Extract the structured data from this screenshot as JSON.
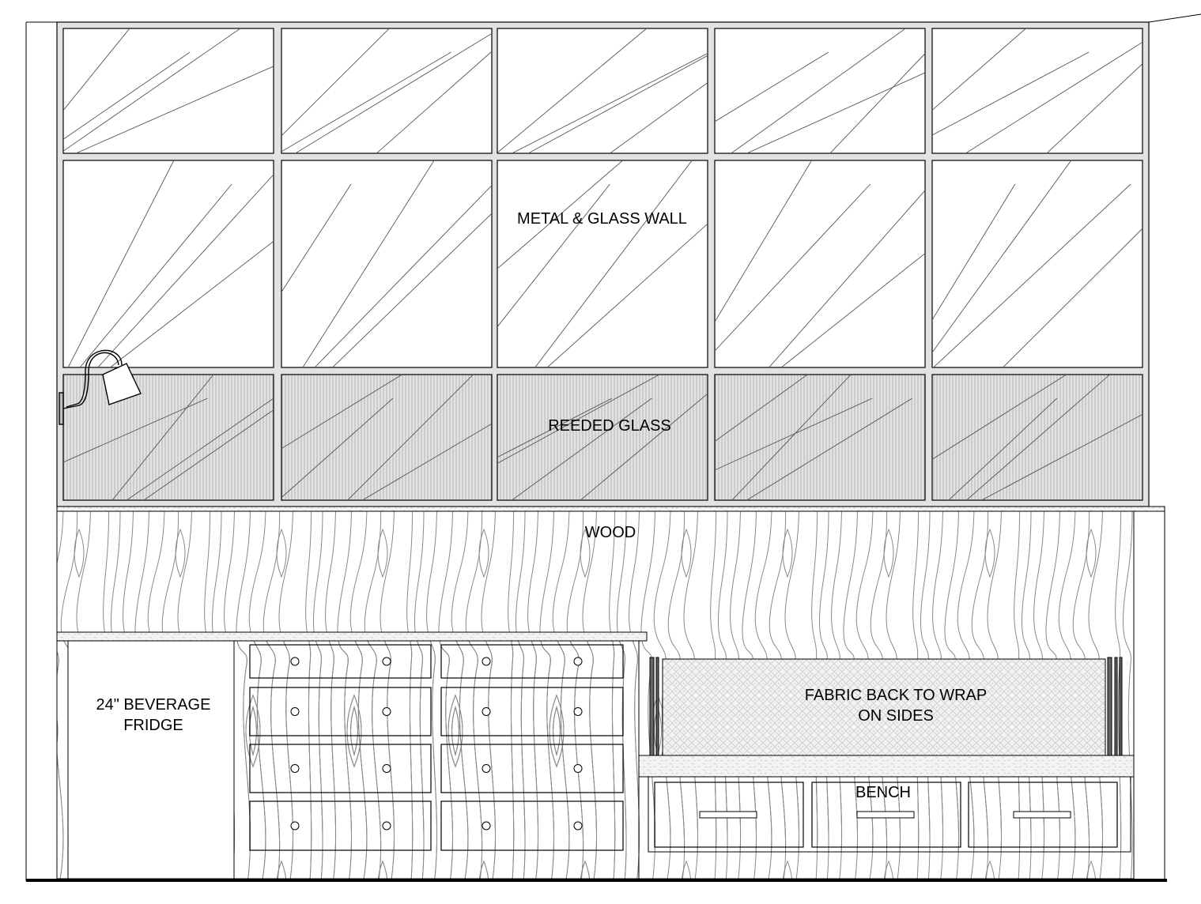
{
  "labels": {
    "metal_glass_wall": "METAL & GLASS WALL",
    "reeded_glass": "REEDED GLASS",
    "wood": "WOOD",
    "beverage_fridge_line1": "24\" BEVERAGE",
    "beverage_fridge_line2": "FRIDGE",
    "fabric_back_line1": "FABRIC BACK TO WRAP",
    "fabric_back_line2": "ON SIDES",
    "bench": "BENCH"
  },
  "grid": {
    "columns": 5,
    "upper_rows": 2,
    "reeded_rows": 1
  },
  "drawers": {
    "columns": 2,
    "rows": 4
  },
  "bench_drawers": 3,
  "colors": {
    "line": "#000000",
    "frame": "#dddddd",
    "hatch": "#bbbbbb",
    "wood_grain": "#777777"
  }
}
